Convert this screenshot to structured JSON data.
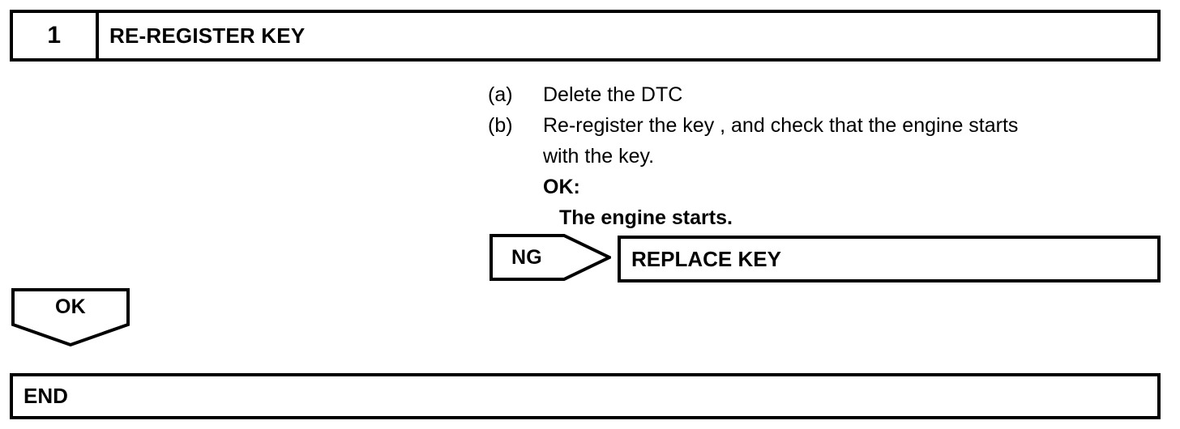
{
  "step": {
    "number": "1",
    "title": "RE-REGISTER KEY"
  },
  "instructions": {
    "items": [
      {
        "marker": "(a)",
        "text": "Delete the DTC"
      },
      {
        "marker": "(b)",
        "text": "Re-register the key , and check that the engine starts with the key."
      }
    ],
    "result_label": "OK:",
    "result_value": "The engine starts."
  },
  "branches": {
    "ng": {
      "label": "NG",
      "target": "REPLACE KEY"
    },
    "ok": {
      "label": "OK",
      "target": "END"
    }
  },
  "terminal": {
    "label": "END"
  },
  "colors": {
    "stroke": "#000000",
    "background": "#ffffff",
    "text": "#000000"
  }
}
